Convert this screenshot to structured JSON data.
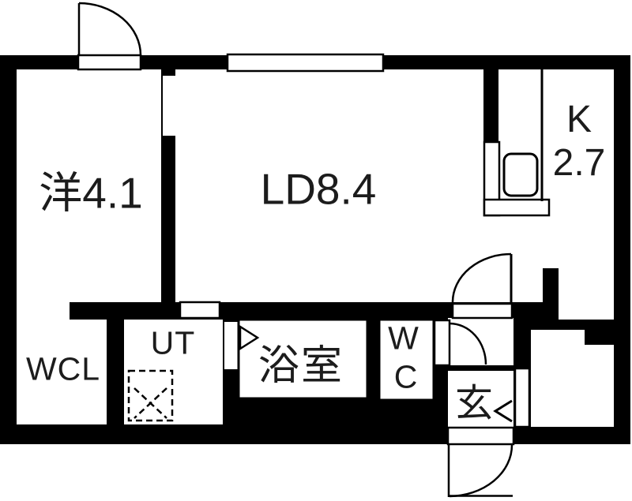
{
  "title": "apartment floor plan",
  "rooms": {
    "western_room": {
      "label": "洋4.1"
    },
    "living_dining": {
      "label": "LD8.4"
    },
    "kitchen": {
      "label": "K",
      "area": "2.7"
    },
    "walk_in_closet": {
      "label": "WCL"
    },
    "utility": {
      "label": "UT"
    },
    "bathroom": {
      "label": "浴室"
    },
    "toilet": {
      "label_line1": "W",
      "label_line2": "C"
    },
    "entrance": {
      "label": "玄"
    }
  },
  "colors": {
    "wall": "#000000",
    "floor": "#ffffff"
  }
}
